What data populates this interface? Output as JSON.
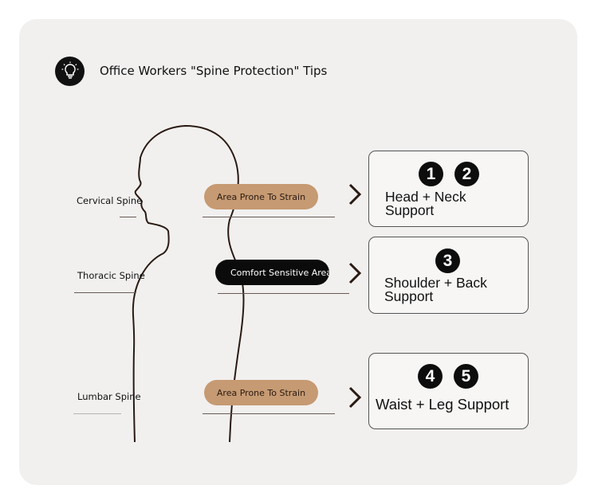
{
  "header": {
    "icon": "lightbulb-icon",
    "title": "Office Workers \"Spine Protection\" Tips"
  },
  "spine_sections": [
    {
      "label": "Cervical Spine",
      "tag": "Area Prone To Strain",
      "tag_color": "#c69a72"
    },
    {
      "label": "Thoracic Spine",
      "tag": "Comfort Sensitive Area",
      "tag_color": "#0b0b0b"
    },
    {
      "label": "Lumbar Spine",
      "tag": "Area Prone To Strain",
      "tag_color": "#c69a72"
    }
  ],
  "support_boxes": [
    {
      "numbers": [
        "1",
        "2"
      ],
      "text_line1": "Head + Neck",
      "text_line2": "Support"
    },
    {
      "numbers": [
        "3"
      ],
      "text_line1": "Shoulder + Back",
      "text_line2": "Support"
    },
    {
      "numbers": [
        "4",
        "5"
      ],
      "text_line1": "Waist + Leg Support",
      "text_line2": ""
    }
  ],
  "colors": {
    "accent_tan": "#c69a72",
    "dark": "#0b0b0b",
    "card_bg": "#f1f0ef"
  }
}
